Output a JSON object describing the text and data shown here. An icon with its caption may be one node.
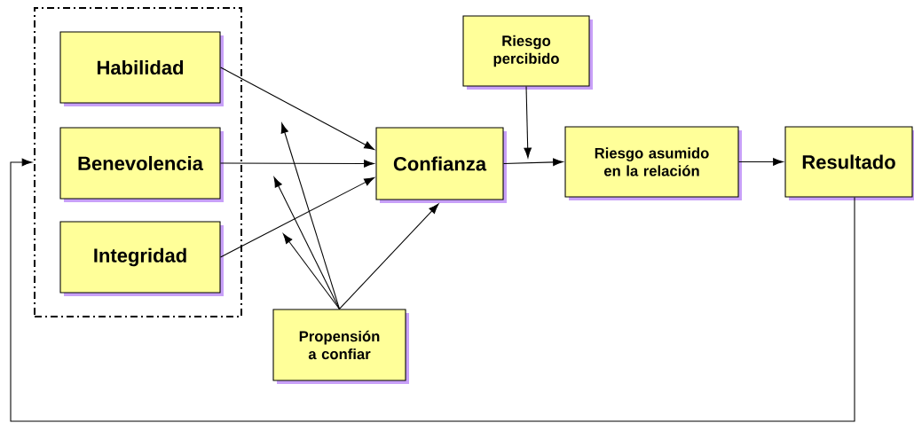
{
  "diagram": {
    "nodes": [
      {
        "text": [],
        "shape": "box"
      },
      {
        "text": [
          "Habilidad"
        ],
        "in": 0
      },
      {
        "text": [
          "Benevolencia"
        ],
        "in": 0
      },
      {
        "text": [
          "Integridad"
        ],
        "in": 0
      },
      {
        "text": [
          "Confianza"
        ]
      },
      {
        "text": [
          "Riesgo percibido"
        ]
      },
      {
        "text": [
          "Riesgo asumido en la relación"
        ]
      },
      {
        "text": [
          "Resultado"
        ]
      },
      {
        "text": [
          "Propensión a confiar"
        ]
      }
    ],
    "edges": [
      {
        "from": 1,
        "to": 4,
        "arrow": "to"
      },
      {
        "from": 2,
        "to": 4,
        "arrow": "to"
      },
      {
        "from": 3,
        "to": 4,
        "arrow": "to"
      },
      {
        "from": 8,
        "to": null,
        "arrow": "to"
      },
      {
        "from": 8,
        "to": null,
        "arrow": "to"
      },
      {
        "from": 8,
        "to": null,
        "arrow": "to"
      },
      {
        "from": 8,
        "to": 4,
        "arrow": "to"
      },
      {
        "from": 5,
        "to": null,
        "arrow": "to"
      },
      {
        "from": 4,
        "to": 6,
        "arrow": "to"
      },
      {
        "from": 6,
        "to": 7,
        "arrow": "to"
      },
      {
        "from": 7,
        "to": 0,
        "arrow": "to"
      }
    ]
  }
}
